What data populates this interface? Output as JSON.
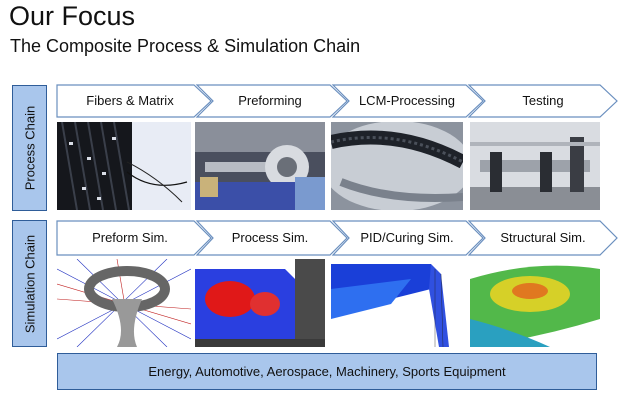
{
  "title": "Our Focus",
  "subtitle": "The Composite Process & Simulation Chain",
  "process_chain": {
    "label": "Process Chain",
    "steps": [
      "Fibers & Matrix",
      "Preforming",
      "LCM-Processing",
      "Testing"
    ]
  },
  "simulation_chain": {
    "label": "Simulation Chain",
    "steps": [
      "Preform Sim.",
      "Process Sim.",
      "PID/Curing Sim.",
      "Structural Sim."
    ]
  },
  "footer": "Energy, Automotive, Aerospace, Machinery, Sports Equipment",
  "colors": {
    "accent": "#a9c6ec",
    "border": "#2f5d99",
    "chevron_border": "#6a8fbf"
  }
}
